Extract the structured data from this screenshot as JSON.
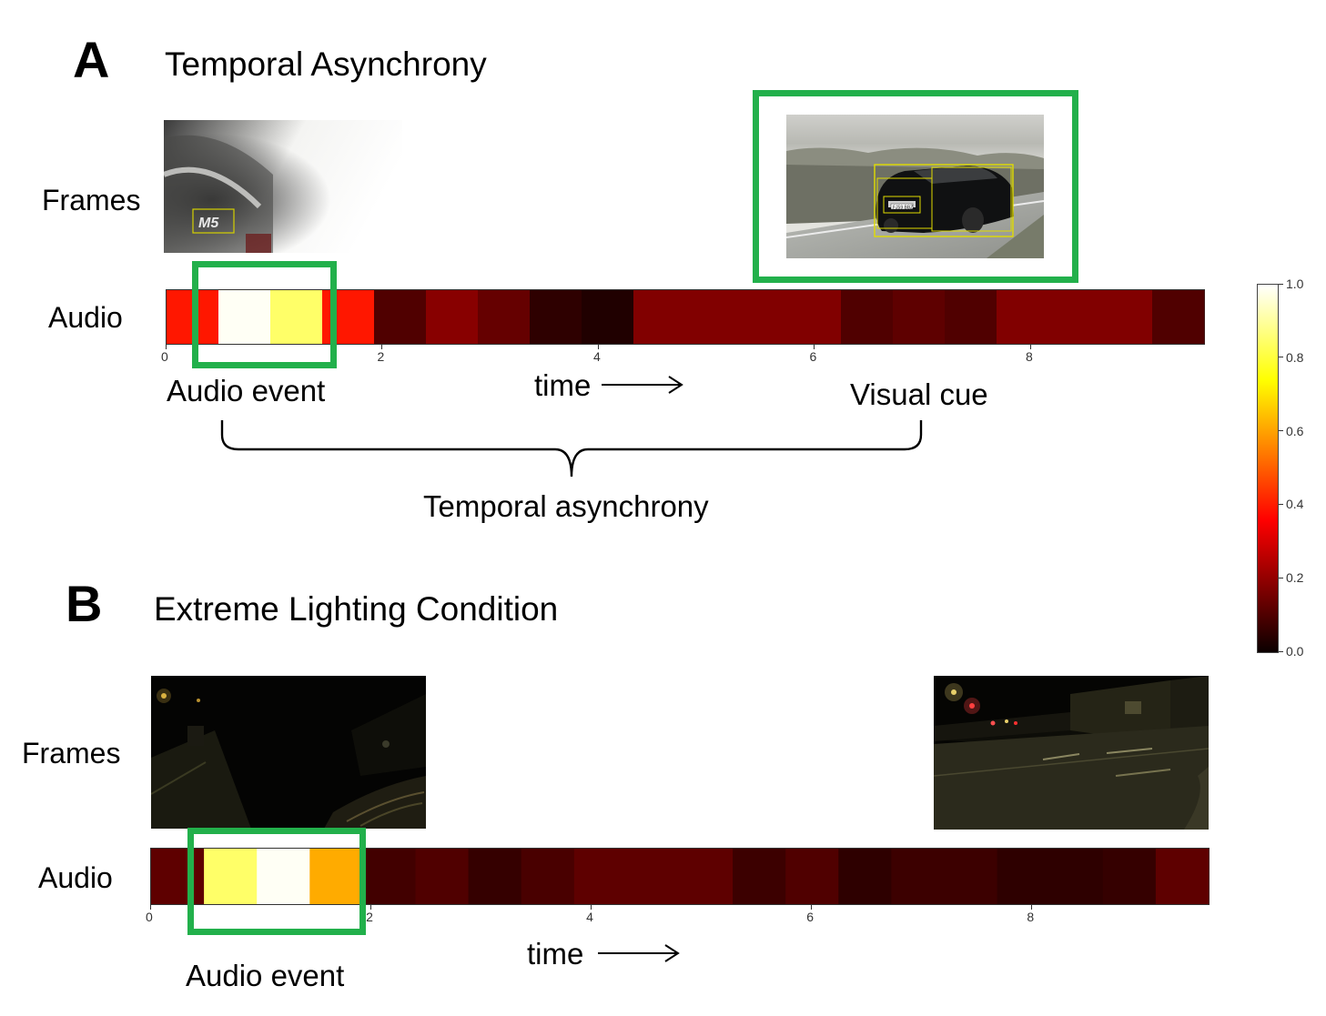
{
  "panels": [
    {
      "letter": "A",
      "title": "Temporal Asynchrony",
      "frames_label": "Frames",
      "audio_label": "Audio",
      "time_label": "time",
      "captions": {
        "audio_event": "Audio event",
        "visual_cue": "Visual cue",
        "brace": "Temporal asynchrony"
      },
      "ticks": [
        "0",
        "2",
        "4",
        "6",
        "8"
      ],
      "license_plate": "FJ59 BBZ",
      "badge": "M5"
    },
    {
      "letter": "B",
      "title": "Extreme Lighting  Condition",
      "frames_label": "Frames",
      "audio_label": "Audio",
      "time_label": "time",
      "captions": {
        "audio_event": "Audio event"
      },
      "ticks": [
        "0",
        "2",
        "4",
        "6",
        "8"
      ]
    }
  ],
  "chart_data": [
    {
      "type": "heatmap",
      "name": "A",
      "x_start": 0,
      "segment_width": 0.48,
      "xlim": [
        0,
        9.6
      ],
      "values": [
        0.4,
        0.99,
        0.85,
        0.4,
        0.1,
        0.18,
        0.13,
        0.05,
        0.03,
        0.17,
        0.17,
        0.17,
        0.17,
        0.1,
        0.12,
        0.1,
        0.17,
        0.17,
        0.17,
        0.1
      ]
    },
    {
      "type": "heatmap",
      "name": "B",
      "x_start": 0,
      "segment_width": 0.48,
      "xlim": [
        0,
        9.6
      ],
      "values": [
        0.12,
        0.85,
        0.99,
        0.62,
        0.08,
        0.1,
        0.06,
        0.09,
        0.12,
        0.12,
        0.12,
        0.07,
        0.1,
        0.05,
        0.07,
        0.07,
        0.05,
        0.05,
        0.06,
        0.12
      ]
    },
    {
      "type": "colorbar",
      "range": [
        0,
        1
      ],
      "ticks": [
        "0.0",
        "0.2",
        "0.4",
        "0.6",
        "0.8",
        "1.0"
      ]
    }
  ],
  "colors": {
    "highlight": "#22b04b"
  }
}
